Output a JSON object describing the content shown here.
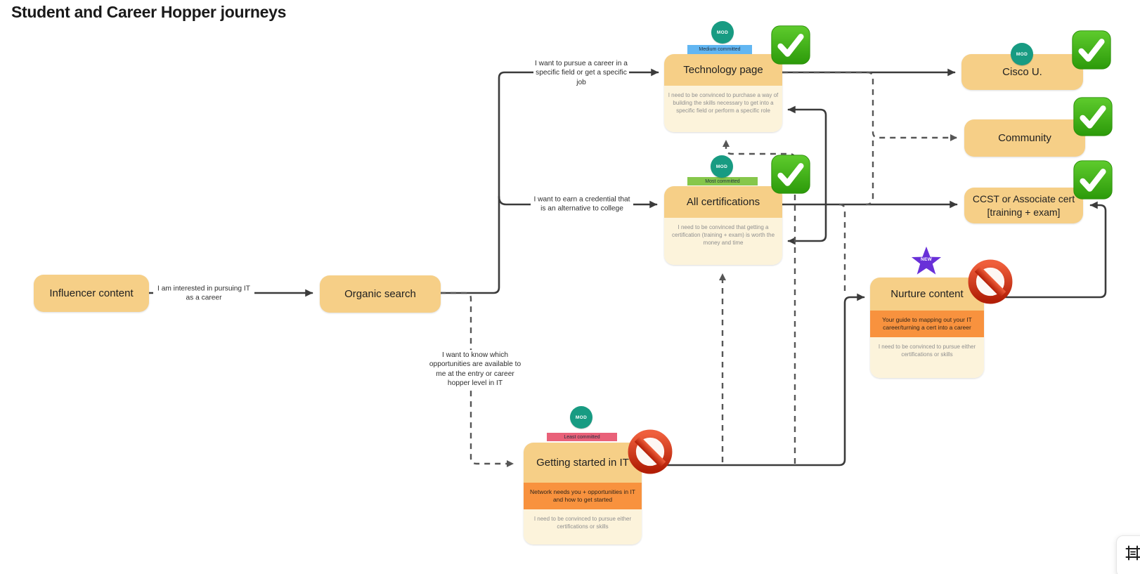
{
  "board": {
    "title": "Student and Career Hopper journeys"
  },
  "nodes": {
    "influencer": {
      "title": "Influencer content"
    },
    "organic_search": {
      "title": "Organic search"
    },
    "technology_page": {
      "title": "Technology page",
      "badge": "MOD",
      "ribbon": "Medium committed",
      "need": "I need to be convinced to purchase a way of building the skills necessary to get into a specific field or perform a specific role",
      "status": "check"
    },
    "all_certifications": {
      "title": "All certifications",
      "badge": "MOD",
      "ribbon": "Most committed",
      "need": "I need to be convinced that getting a certification (training + exam) is worth the money and time",
      "status": "check"
    },
    "getting_started": {
      "title": "Getting started in IT",
      "badge": "MOD",
      "ribbon": "Least committed",
      "offer": "Network needs you + opportunities in IT and how to get started",
      "need": "I need to be convinced to pursue either certifications or skills",
      "status": "blocked"
    },
    "nurture_content": {
      "title": "Nurture content",
      "badge": "NEW",
      "offer": "Your guide to mapping out your IT career/turning a cert into a career",
      "need": "I need to be convinced to pursue either certifications or skills",
      "status": "blocked"
    },
    "cisco_u": {
      "title": "Cisco U.",
      "badge": "MOD",
      "status": "check"
    },
    "community": {
      "title": "Community",
      "status": "check"
    },
    "ccst": {
      "title": "CCST or Associate cert [training + exam]",
      "status": "check"
    }
  },
  "edge_labels": {
    "interested": "I am interested in pursuing IT as a career",
    "pursue_career": "I want to pursue a career in a specific field or get a specific job",
    "earn_credential": "I want to earn a credential that is an alternative to college",
    "know_opportunities": "I want to know which opportunities are available to me at the entry or career hopper level in IT"
  },
  "icons": {
    "check-icon": "✓",
    "no-entry-icon": "🚫",
    "mod-badge-icon": "MOD",
    "new-star-icon": "NEW",
    "frames-icon": "⊞"
  },
  "colors": {
    "node_fill": "#F6CF87",
    "need_fill": "#FCF3DB",
    "offer_fill": "#F8923E",
    "ribbon_medium": "#62B6F2",
    "ribbon_most": "#86C74B",
    "ribbon_least": "#E96179",
    "badge_mod": "#189B82",
    "badge_new": "#6930D8",
    "check_green": "#3DA814",
    "blocked_red": "#C92A0E",
    "connector": "#3B3B3B"
  }
}
